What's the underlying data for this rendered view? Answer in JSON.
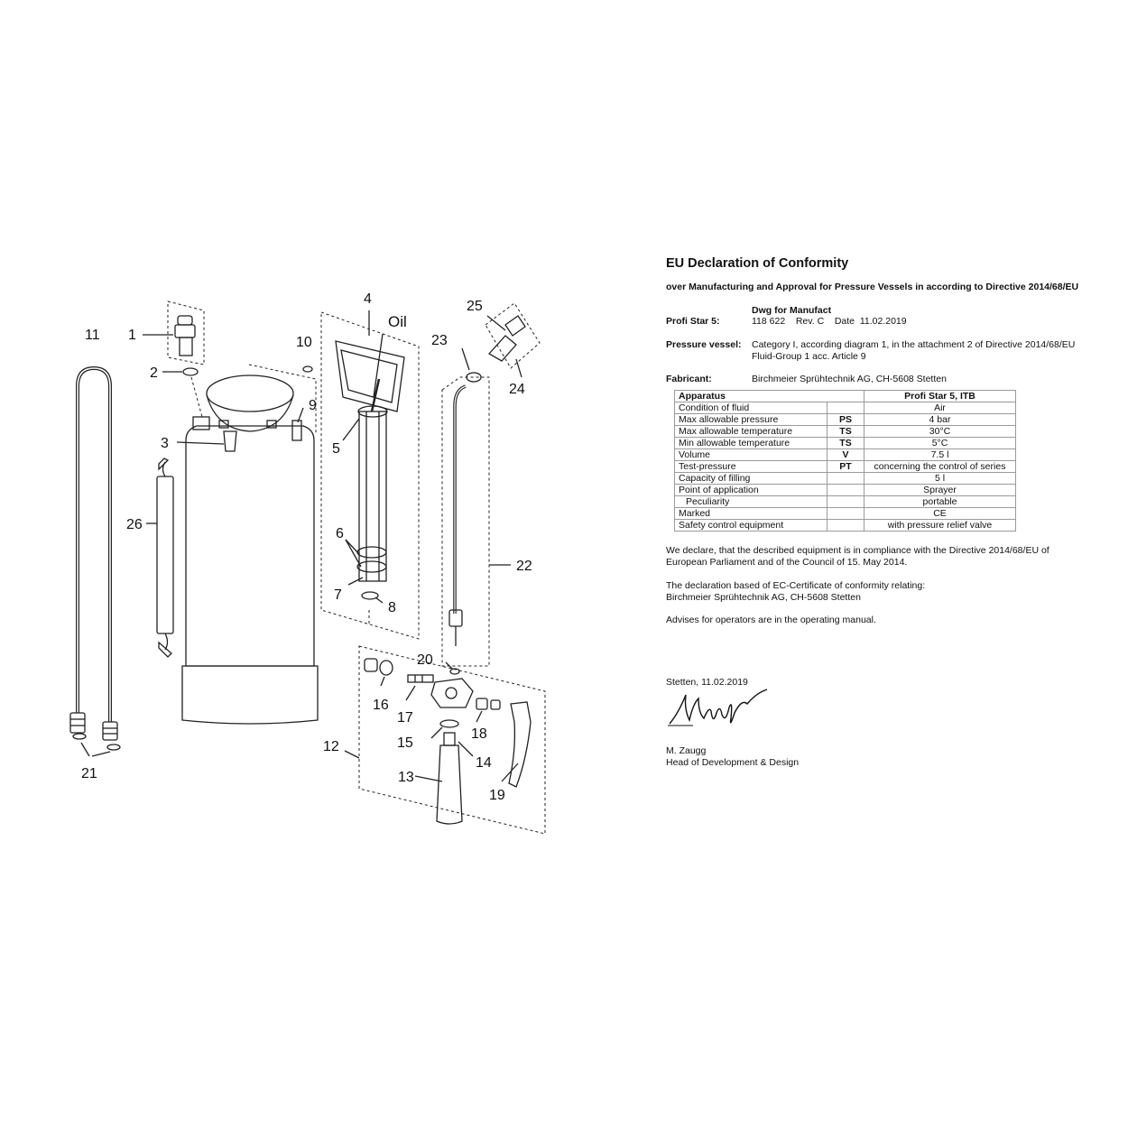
{
  "diagram": {
    "labels": {
      "l1": "1",
      "l2": "2",
      "l3": "3",
      "l4": "4",
      "oil": "Oil",
      "l5": "5",
      "l6": "6",
      "l7": "7",
      "l8": "8",
      "l9": "9",
      "l10": "10",
      "l11": "11",
      "l12": "12",
      "l13": "13",
      "l14": "14",
      "l15": "15",
      "l16": "16",
      "l17": "17",
      "l18": "18",
      "l19": "19",
      "l20": "20",
      "l21": "21",
      "l22": "22",
      "l23": "23",
      "l24": "24",
      "l25": "25",
      "l26": "26"
    }
  },
  "declaration": {
    "title": "EU Declaration of Conformity",
    "subtitle": "over Manufacturing and Approval for Pressure Vessels in according to Directive 2014/68/EU",
    "dwg_heading": "Dwg for Manufact",
    "product_label": "Profi Star 5:",
    "product_value": "118 622    Rev. C    Date  11.02.2019",
    "vessel_label": "Pressure vessel:",
    "vessel_line1": "Category I, according diagram 1, in the attachment 2 of Directive 2014/68/EU",
    "vessel_line2": "Fluid-Group 1 acc. Article 9",
    "fabricant_label": "Fabricant:",
    "fabricant_value": "Birchmeier Sprühtechnik AG, CH-5608 Stetten",
    "table": {
      "header_apparatus": "Apparatus",
      "header_product": "Profi Star 5, ITB",
      "rows": [
        {
          "name": "Condition of fluid",
          "sym": "",
          "value": "Air"
        },
        {
          "name": "Max allowable pressure",
          "sym": "PS",
          "value": "4 bar"
        },
        {
          "name": "Max allowable temperature",
          "sym": "TS",
          "value": "30°C"
        },
        {
          "name": "Min allowable temperature",
          "sym": "TS",
          "value": "5°C"
        },
        {
          "name": "Volume",
          "sym": "V",
          "value": "7.5 l"
        },
        {
          "name": "Test-pressure",
          "sym": "PT",
          "value": "concerning the control of series"
        },
        {
          "name": "Capacity of filling",
          "sym": "",
          "value": "5 l"
        },
        {
          "name": "Point of application",
          "sym": "",
          "value": "Sprayer"
        },
        {
          "name": "Peculiarity",
          "sym": "",
          "value": "portable"
        },
        {
          "name": "Marked",
          "sym": "",
          "value": "CE"
        },
        {
          "name": "Safety control equipment",
          "sym": "",
          "value": "with pressure relief valve"
        }
      ]
    },
    "declare_line1": "We declare, that the described equipment is in compliance with the Directive 2014/68/EU of",
    "declare_line2": "European Parliament and of the Council of 15. May 2014.",
    "basis_line1": "The declaration based of EC-Certificate of conformity relating:",
    "basis_line2": "Birchmeier Sprühtechnik AG, CH-5608 Stetten",
    "advises": "Advises for operators are in the operating manual.",
    "place_date": "Stetten, 11.02.2019",
    "signer_name": "M. Zaugg",
    "signer_title": "Head of Development & Design"
  }
}
